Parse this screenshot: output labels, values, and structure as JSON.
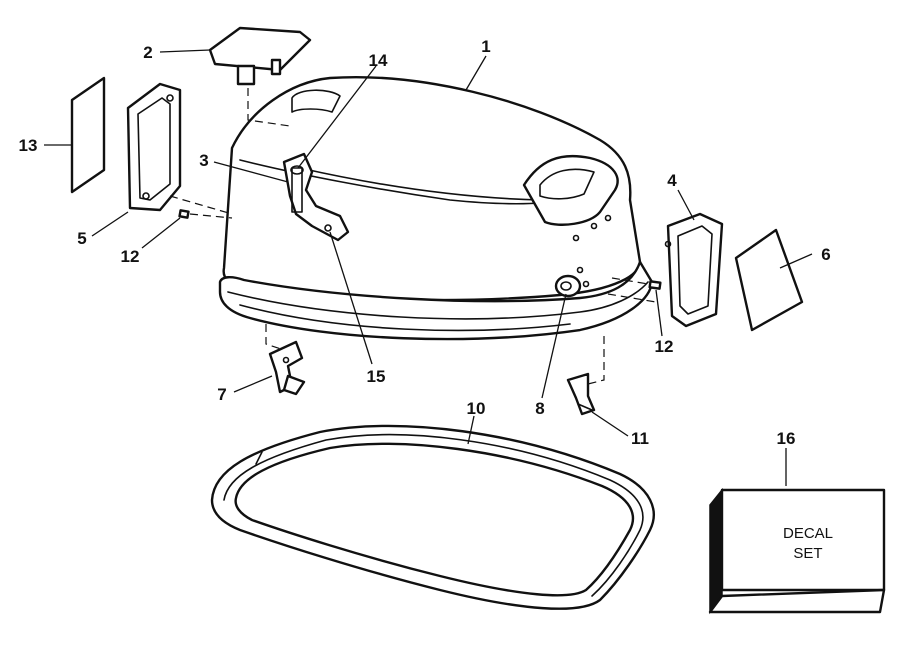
{
  "callouts": {
    "c1": "1",
    "c2": "2",
    "c3": "3",
    "c4": "4",
    "c5": "5",
    "c6": "6",
    "c7": "7",
    "c8": "8",
    "c10": "10",
    "c11": "11",
    "c12a": "12",
    "c12b": "12",
    "c13": "13",
    "c14": "14",
    "c15": "15",
    "c16": "16"
  },
  "decal": {
    "line1": "DECAL",
    "line2": "SET"
  }
}
